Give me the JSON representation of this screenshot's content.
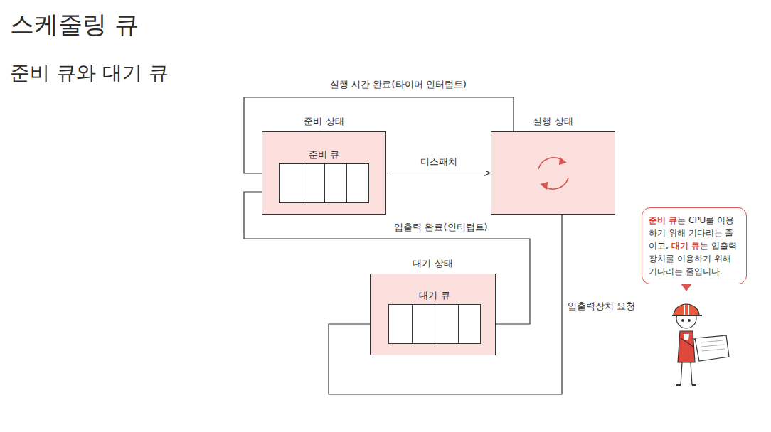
{
  "diagram": {
    "title": "스케줄링 큐",
    "nodes": [
      {
        "text": [
          "준비 상태"
        ]
      },
      {
        "text": [
          "준비 큐"
        ],
        "in": 0
      },
      {
        "text": [
          "실행 상태"
        ]
      },
      {
        "text": [
          "대기 상태"
        ]
      },
      {
        "text": [
          "대기 큐"
        ],
        "in": 3
      }
    ],
    "edges": [
      {
        "from": 0,
        "to": 2,
        "label": "디스패치",
        "arrow": "to"
      },
      {
        "from": 2,
        "to": 1,
        "label": "실행 시간 완료(타이머 인터럽트)",
        "arrow": "to"
      },
      {
        "from": 4,
        "to": 1,
        "label": "입출력 완료(인터럽트)",
        "arrow": "to"
      },
      {
        "from": 2,
        "to": 4,
        "label": "입출력장치 요청",
        "arrow": "to"
      }
    ],
    "labels": [
      "준비 큐와 대기 큐",
      "준비 큐",
      "는 CPU를 이용하기 위해 기다리는 줄이고, ",
      "대기 큐",
      "는 입출력장치를 이용하기 위해 기다리는 줄입니다."
    ]
  }
}
